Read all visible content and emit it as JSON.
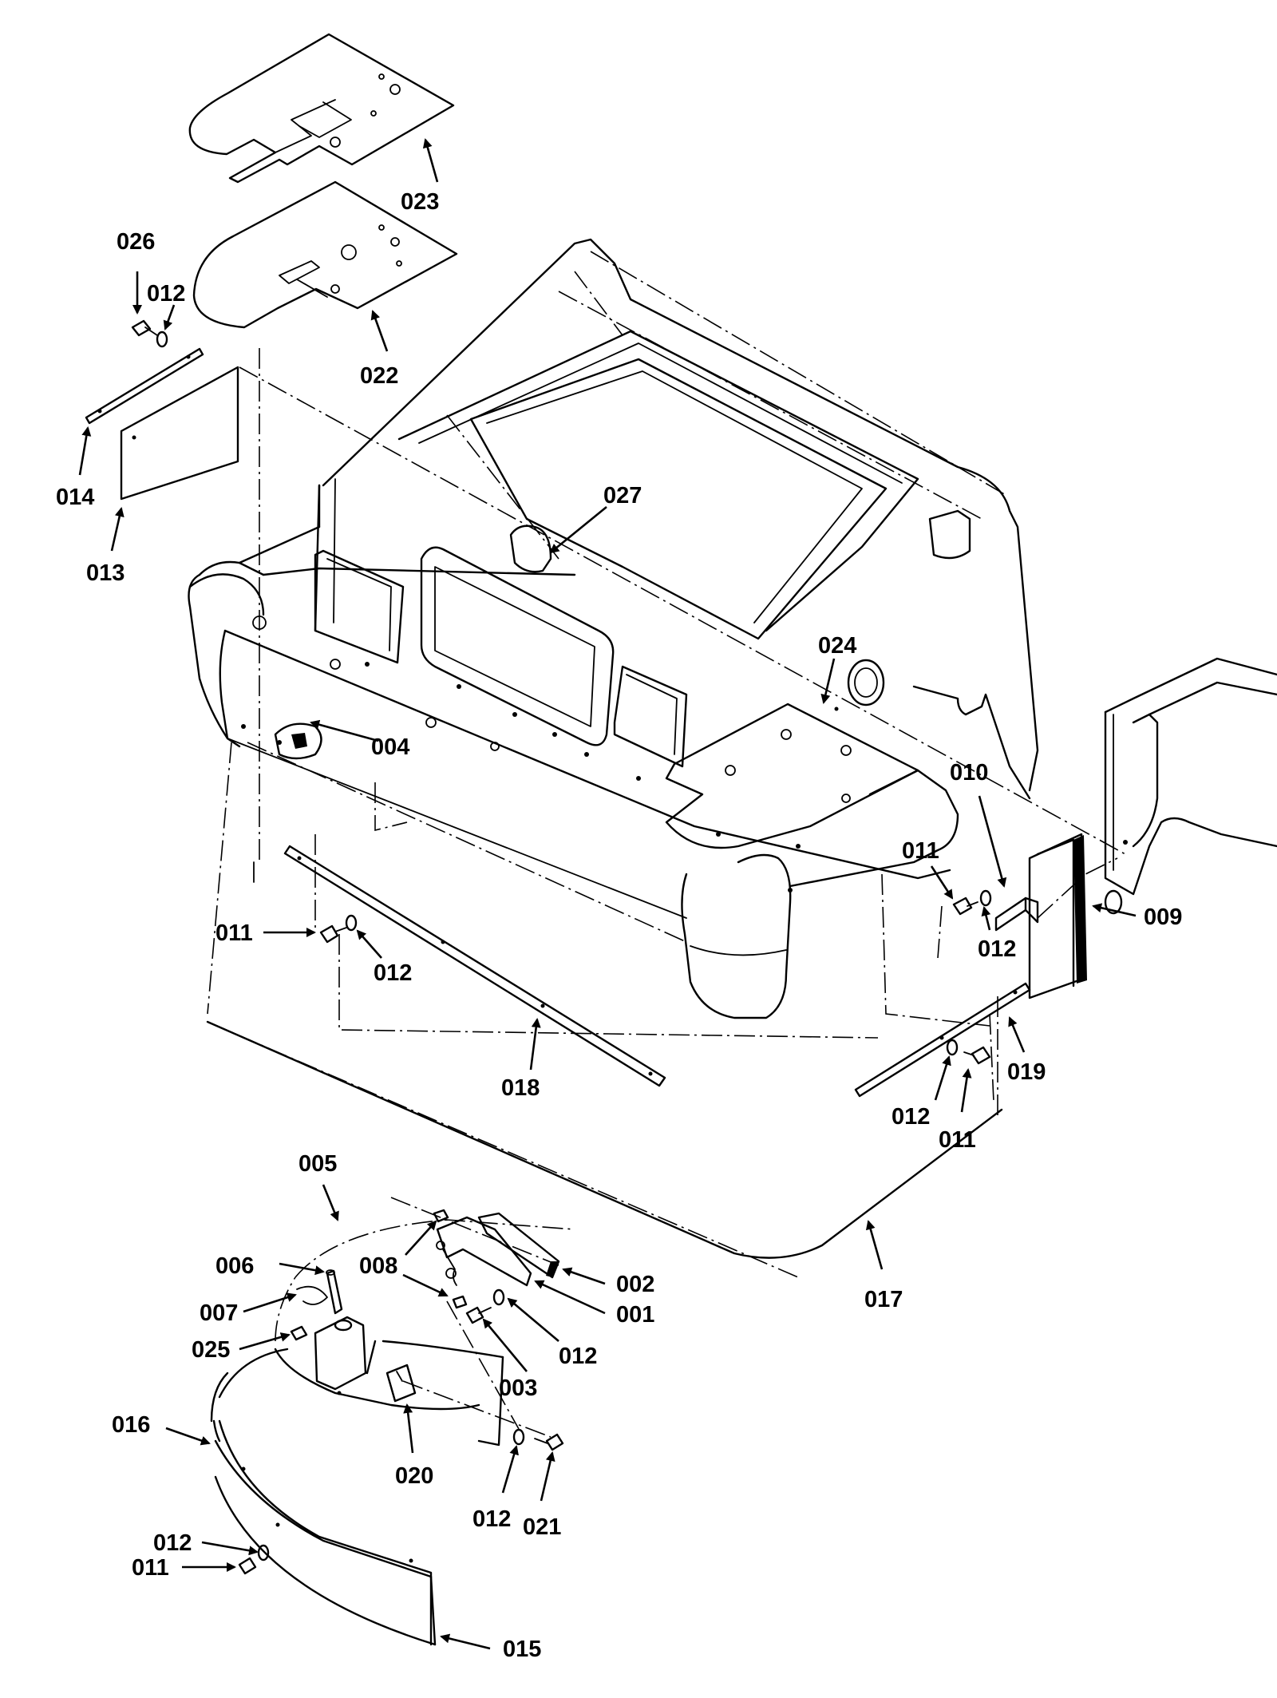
{
  "diagram": {
    "callouts": [
      {
        "id": "c023",
        "text": "023"
      },
      {
        "id": "c026",
        "text": "026"
      },
      {
        "id": "c012a",
        "text": "012"
      },
      {
        "id": "c022",
        "text": "022"
      },
      {
        "id": "c014",
        "text": "014"
      },
      {
        "id": "c013",
        "text": "013"
      },
      {
        "id": "c027",
        "text": "027"
      },
      {
        "id": "c024",
        "text": "024"
      },
      {
        "id": "c004",
        "text": "004"
      },
      {
        "id": "c010",
        "text": "010"
      },
      {
        "id": "c011a",
        "text": "011"
      },
      {
        "id": "c011b",
        "text": "011"
      },
      {
        "id": "c012b",
        "text": "012"
      },
      {
        "id": "c012c",
        "text": "012"
      },
      {
        "id": "c009",
        "text": "009"
      },
      {
        "id": "c018",
        "text": "018"
      },
      {
        "id": "c019",
        "text": "019"
      },
      {
        "id": "c012d",
        "text": "012"
      },
      {
        "id": "c011c",
        "text": "011"
      },
      {
        "id": "c005",
        "text": "005"
      },
      {
        "id": "c006",
        "text": "006"
      },
      {
        "id": "c008",
        "text": "008"
      },
      {
        "id": "c002",
        "text": "002"
      },
      {
        "id": "c007",
        "text": "007"
      },
      {
        "id": "c001",
        "text": "001"
      },
      {
        "id": "c025",
        "text": "025"
      },
      {
        "id": "c012e",
        "text": "012"
      },
      {
        "id": "c003",
        "text": "003"
      },
      {
        "id": "c017",
        "text": "017"
      },
      {
        "id": "c016",
        "text": "016"
      },
      {
        "id": "c020",
        "text": "020"
      },
      {
        "id": "c012f",
        "text": "012"
      },
      {
        "id": "c021",
        "text": "021"
      },
      {
        "id": "c012g",
        "text": "012"
      },
      {
        "id": "c011d",
        "text": "011"
      },
      {
        "id": "c015",
        "text": "015"
      }
    ]
  }
}
